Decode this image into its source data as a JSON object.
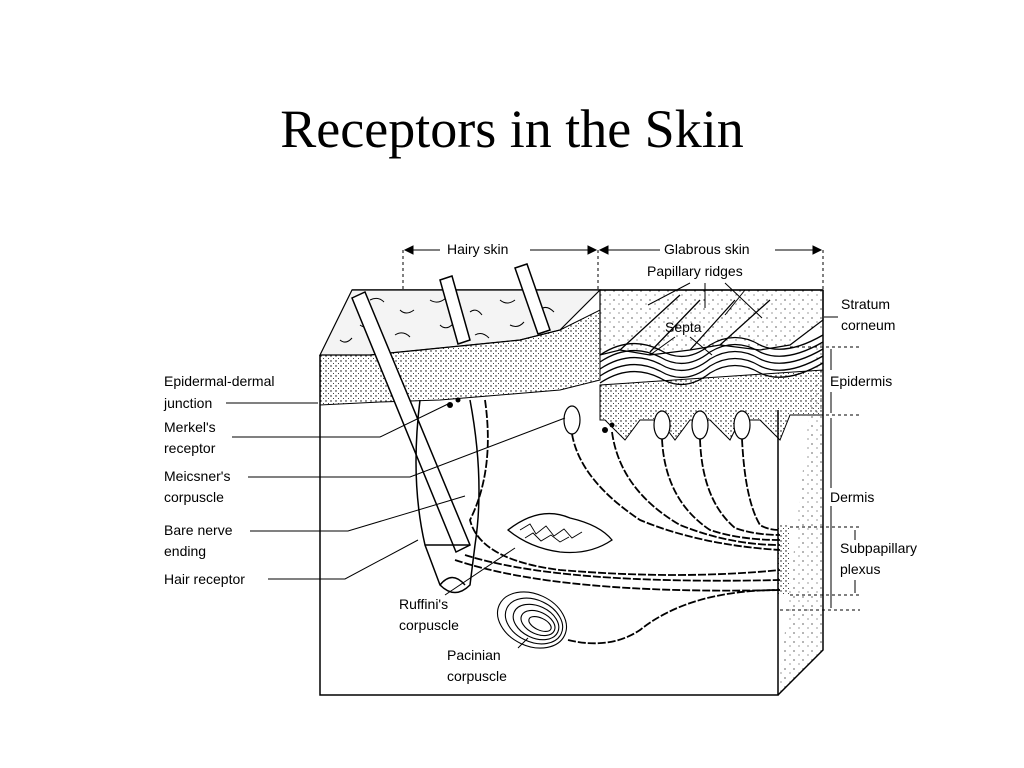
{
  "slide": {
    "title": "Receptors in the Skin"
  },
  "diagram": {
    "regions": {
      "hairy_skin": "Hairy skin",
      "glabrous_skin": "Glabrous skin"
    },
    "labels_left": {
      "epidermal_dermal_junction": [
        "Epidermal-dermal",
        "junction"
      ],
      "merkel": [
        "Merkel's",
        "receptor"
      ],
      "meissner": [
        "Meicsner's",
        "corpuscle"
      ],
      "bare_nerve": [
        "Bare nerve",
        "ending"
      ],
      "hair_receptor": "Hair receptor"
    },
    "labels_top": {
      "papillary_ridges": "Papillary ridges",
      "septa": "Septa"
    },
    "labels_right": {
      "stratum_corneum": [
        "Stratum",
        "corneum"
      ],
      "epidermis": "Epidermis",
      "dermis": "Dermis",
      "subpapillary_plexus": [
        "Subpapillary",
        "plexus"
      ]
    },
    "labels_bottom": {
      "ruffini": [
        "Ruffini's",
        "corpuscle"
      ],
      "pacinian": [
        "Pacinian",
        "corpuscle"
      ]
    }
  }
}
